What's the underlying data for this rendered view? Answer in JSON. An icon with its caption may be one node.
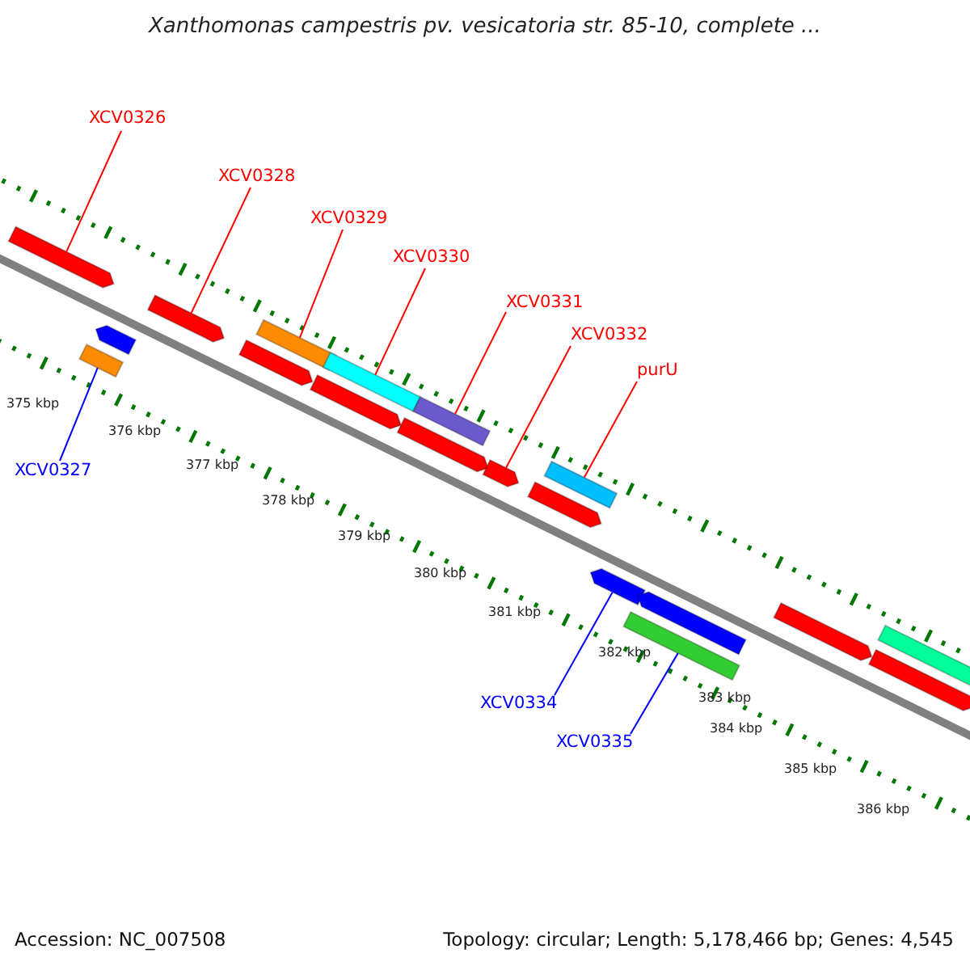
{
  "diagram": {
    "title": "Xanthomonas campestris pv. vesicatoria str. 85-10, complete ...",
    "nodes": [
      {
        "text": [
          "XCV0326"
        ]
      },
      {
        "text": [
          "XCV0328"
        ]
      },
      {
        "text": [
          "XCV0329"
        ]
      },
      {
        "text": [
          "XCV0330"
        ]
      },
      {
        "text": [
          "XCV0331"
        ]
      },
      {
        "text": [
          "XCV0332"
        ]
      },
      {
        "text": [
          "purU"
        ]
      },
      {
        "text": [
          "XCV0327"
        ]
      },
      {
        "text": [
          "XCV0334"
        ]
      },
      {
        "text": [
          "XCV0335"
        ]
      },
      {
        "text": [],
        "shape": "arrow"
      },
      {
        "text": [],
        "shape": "box"
      },
      {
        "text": [],
        "shape": "arrow"
      },
      {
        "text": [],
        "shape": "arrow"
      },
      {
        "text": [],
        "shape": "arrow"
      },
      {
        "text": [],
        "shape": "box"
      },
      {
        "text": [],
        "shape": "arrow"
      },
      {
        "text": [],
        "shape": "box"
      },
      {
        "text": [],
        "shape": "box"
      },
      {
        "text": [],
        "shape": "arrow"
      },
      {
        "text": [],
        "shape": "arrow"
      },
      {
        "text": [],
        "shape": "arrow"
      },
      {
        "text": [],
        "shape": "box"
      },
      {
        "text": [],
        "shape": "arrow"
      },
      {
        "text": [],
        "shape": "arrow"
      },
      {
        "text": [],
        "shape": "box"
      },
      {
        "text": [],
        "shape": "arrow"
      },
      {
        "text": [],
        "shape": "box"
      },
      {
        "text": [],
        "shape": "arrow"
      }
    ],
    "edges": [
      {
        "from": 0,
        "to": 10,
        "arrow": "none"
      },
      {
        "from": 1,
        "to": 13,
        "arrow": "none"
      },
      {
        "from": 2,
        "to": 15,
        "arrow": "none"
      },
      {
        "from": 3,
        "to": 17,
        "arrow": "none"
      },
      {
        "from": 4,
        "to": 18,
        "arrow": "none"
      },
      {
        "from": 5,
        "to": 20,
        "arrow": "none"
      },
      {
        "from": 6,
        "to": 22,
        "arrow": "none"
      },
      {
        "from": 7,
        "to": 11,
        "arrow": "none",
        "color": "#0000ff"
      },
      {
        "from": 8,
        "to": 23,
        "arrow": "none",
        "color": "#0000ff"
      },
      {
        "from": 9,
        "to": 25,
        "arrow": "none",
        "color": "#0000ff"
      }
    ],
    "labels": [
      "375 kbp",
      "376 kbp",
      "377 kbp",
      "378 kbp",
      "379 kbp",
      "380 kbp",
      "381 kbp",
      "382 kbp",
      "383 kbp",
      "384 kbp",
      "385 kbp",
      "386 kbp",
      "Accession: NC_007508",
      "Topology: circular; Length: 5,178,466 bp; Genes: 4,545"
    ]
  }
}
